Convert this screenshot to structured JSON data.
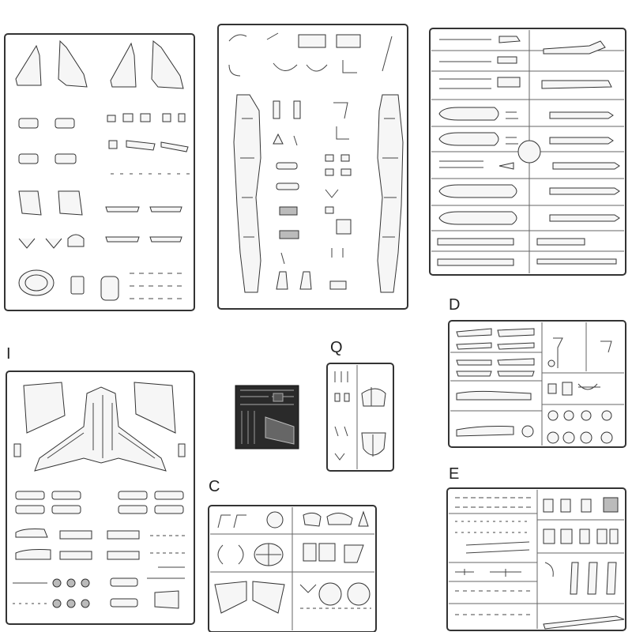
{
  "sprue_labels": {
    "i": "I",
    "q": "Q",
    "d": "D",
    "c": "C",
    "e": "E"
  }
}
